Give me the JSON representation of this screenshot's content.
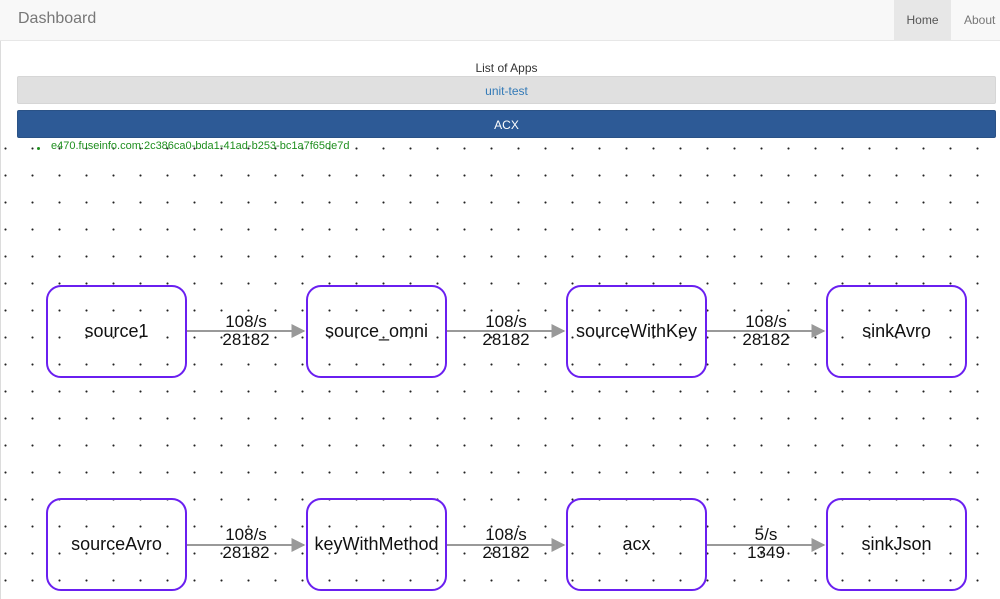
{
  "navbar": {
    "brand": "Dashboard",
    "home_label": "Home",
    "about_label": "About"
  },
  "apps": {
    "title": "List of Apps",
    "items": [
      {
        "label": "unit-test",
        "selected": false
      },
      {
        "label": "ACX",
        "selected": true
      }
    ]
  },
  "instances": [
    "e470.fuseinfo.com:2c386ca0-bda1-41ad-b253-bc1a7f65de7d"
  ],
  "graph": {
    "nodes": [
      {
        "id": "source1",
        "label": "source1"
      },
      {
        "id": "source_omni",
        "label": "source_omni"
      },
      {
        "id": "sourceWithKey",
        "label": "sourceWithKey"
      },
      {
        "id": "sinkAvro",
        "label": "sinkAvro"
      },
      {
        "id": "sourceAvro",
        "label": "sourceAvro"
      },
      {
        "id": "keyWithMethod",
        "label": "keyWithMethod"
      },
      {
        "id": "acx",
        "label": "acx"
      },
      {
        "id": "sinkJson",
        "label": "sinkJson"
      }
    ],
    "edges": [
      {
        "from": "source1",
        "to": "source_omni",
        "rate": "108/s",
        "count": "28182"
      },
      {
        "from": "source_omni",
        "to": "sourceWithKey",
        "rate": "108/s",
        "count": "28182"
      },
      {
        "from": "sourceWithKey",
        "to": "sinkAvro",
        "rate": "108/s",
        "count": "28182"
      },
      {
        "from": "sourceAvro",
        "to": "keyWithMethod",
        "rate": "108/s",
        "count": "28182"
      },
      {
        "from": "keyWithMethod",
        "to": "acx",
        "rate": "108/s",
        "count": "28182"
      },
      {
        "from": "acx",
        "to": "sinkJson",
        "rate": "5/s",
        "count": "1349"
      }
    ],
    "colors": {
      "node_border": "#6a1ff0",
      "edge": "#999999"
    }
  }
}
